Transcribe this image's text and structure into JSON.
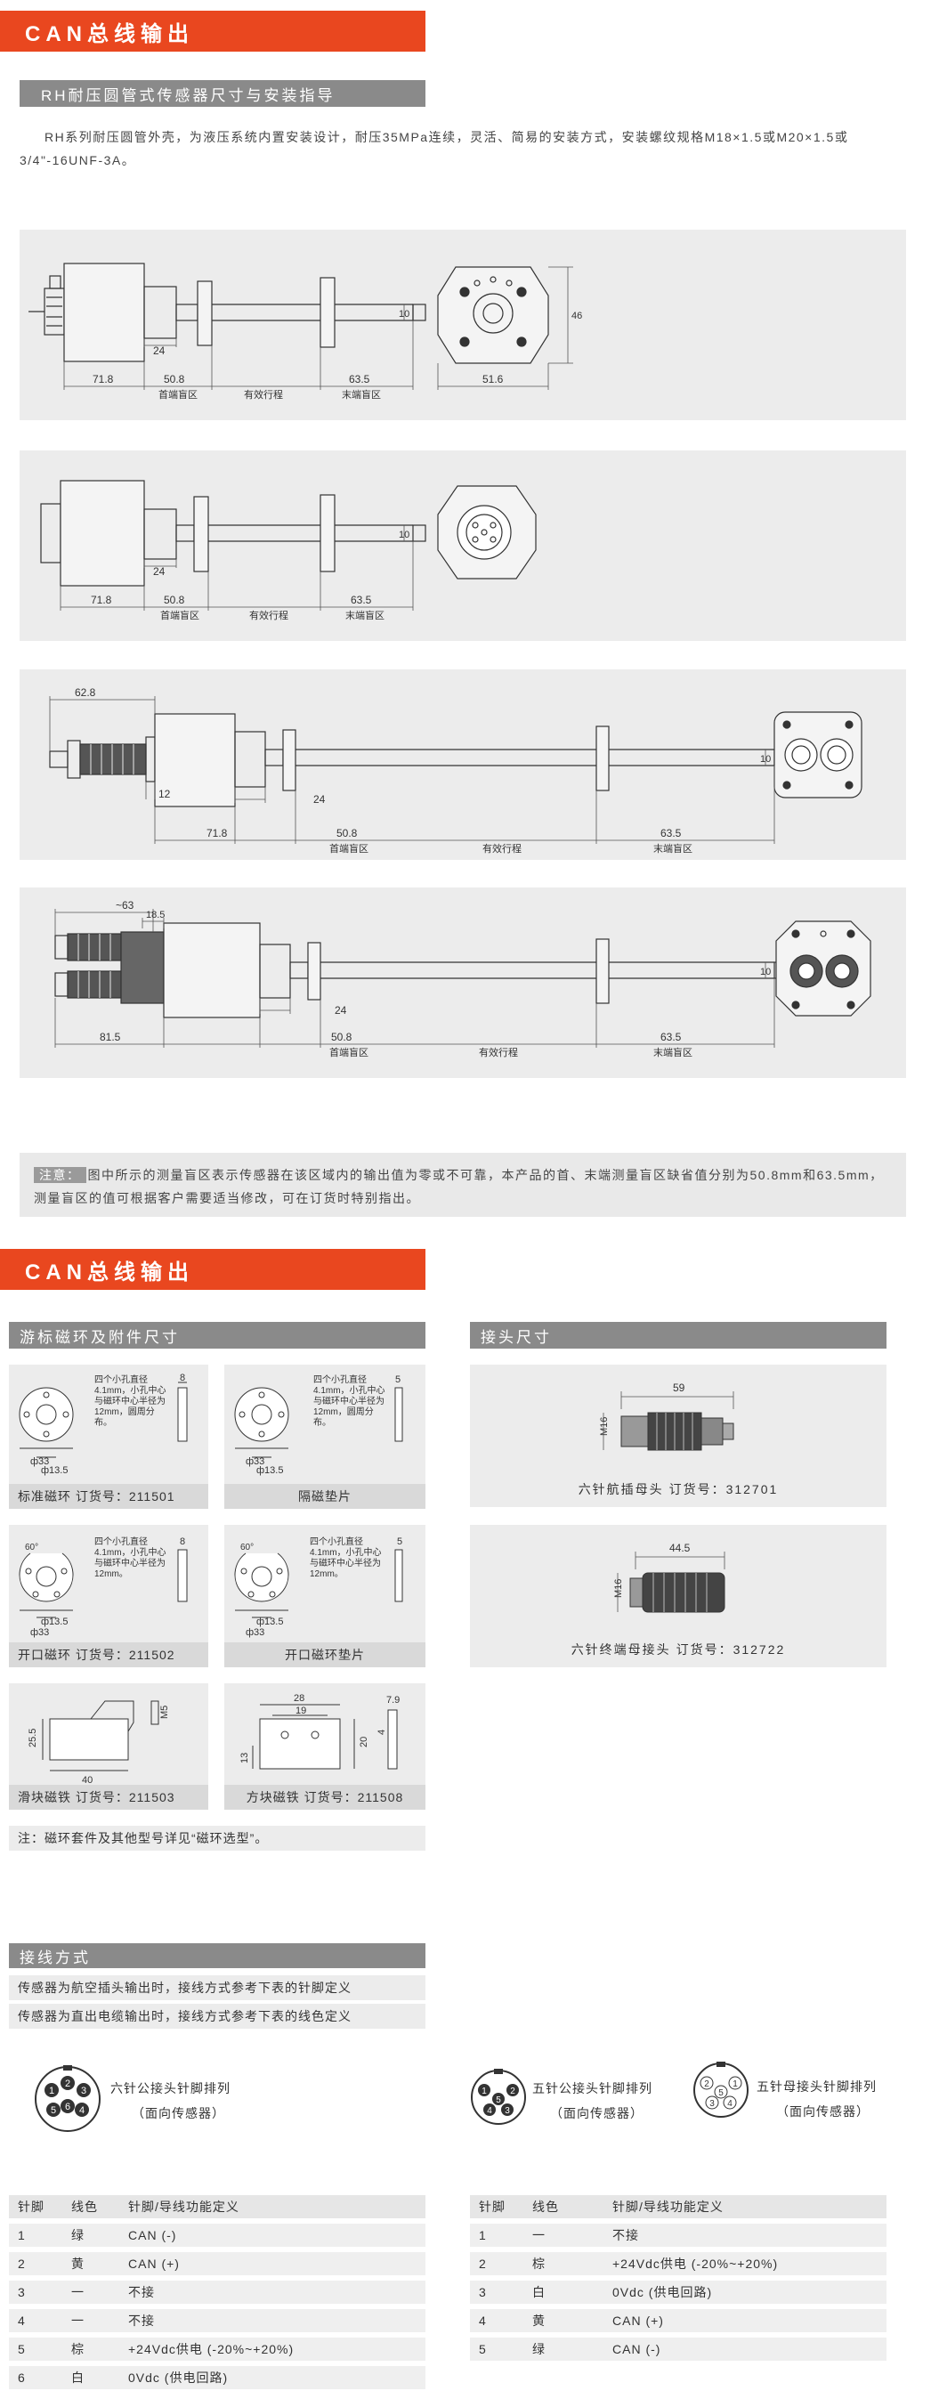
{
  "section1": {
    "title": "CAN总线输出",
    "subtitle": "RH耐压圆管式传感器尺寸与安装指导",
    "intro": "RH系列耐压圆管外壳，为液压系统内置安装设计，耐压35MPa连续，灵活、简易的安装方式，安装螺纹规格M18×1.5或M20×1.5或3/4\"-16UNF-3A。"
  },
  "drawings": [
    {
      "dims": {
        "a": "71.8",
        "b": "50.8",
        "c": "63.5",
        "d": "24",
        "e": "10",
        "f": "46",
        "g": "51.6"
      },
      "zones": {
        "head": "首端盲区",
        "active": "有效行程",
        "tail": "末端盲区"
      }
    },
    {
      "dims": {
        "a": "71.8",
        "b": "50.8",
        "c": "63.5",
        "d": "24",
        "e": "10"
      },
      "zones": {
        "head": "首端盲区",
        "active": "有效行程",
        "tail": "末端盲区"
      }
    },
    {
      "dims": {
        "a": "71.8",
        "b": "50.8",
        "c": "63.5",
        "d": "24",
        "e": "10",
        "h": "62.8",
        "i": "12"
      },
      "zones": {
        "head": "首端盲区",
        "active": "有效行程",
        "tail": "末端盲区"
      }
    },
    {
      "dims": {
        "a": "81.5",
        "b": "50.8",
        "c": "63.5",
        "d": "24",
        "e": "10",
        "h": "~63",
        "i": "18.5"
      },
      "zones": {
        "head": "首端盲区",
        "active": "有效行程",
        "tail": "末端盲区"
      }
    }
  ],
  "note1": {
    "tag": "注意：",
    "text": "图中所示的测量盲区表示传感器在该区域内的输出值为零或不可靠，本产品的首、末端测量盲区缺省值分别为50.8mm和63.5mm，测量盲区的值可根据客户需要适当修改，可在订货时特别指出。"
  },
  "section2": {
    "title": "CAN总线输出",
    "magnets_title": "游标磁环及附件尺寸",
    "connector_title": "接头尺寸"
  },
  "magnets": [
    {
      "caption": "标准磁环   订货号：211501",
      "desc": "四个小孔直径4.1mm，小孔中心与磁环中心半径为12mm，圆周分布。",
      "d1": "ф33",
      "d2": "ф13.5",
      "t": "8"
    },
    {
      "caption": "隔磁垫片",
      "desc": "四个小孔直径4.1mm，小孔中心与磁环中心半径为12mm，圆周分布。",
      "d1": "ф33",
      "d2": "ф13.5",
      "t": "5"
    },
    {
      "caption": "开口磁环   订货号：211502",
      "desc": "四个小孔直径4.1mm，小孔中心与磁环中心半径为12mm。",
      "d1": "ф33",
      "d2": "ф13.5",
      "t": "8",
      "ang": "60°"
    },
    {
      "caption": "开口磁环垫片",
      "desc": "四个小孔直径4.1mm，小孔中心与磁环中心半径为12mm。",
      "d1": "ф33",
      "d2": "ф13.5",
      "t": "5",
      "ang": "60°"
    },
    {
      "caption": "滑块磁铁   订货号：211503",
      "w": "40",
      "h": "25.5",
      "s": "M5"
    },
    {
      "caption": "方块磁铁   订货号：211508",
      "w1": "28",
      "w2": "19",
      "h1": "13",
      "h2": "20",
      "t": "7.9",
      "s": "4"
    }
  ],
  "connectors": [
    {
      "caption": "六针航插母头   订货号：312701",
      "len": "59",
      "thread": "M16"
    },
    {
      "caption": "六针终端母接头   订货号：312722",
      "len": "44.5",
      "thread": "M16"
    }
  ],
  "magnet_note": "注：磁环套件及其他型号详见“磁环选型”。",
  "wiring": {
    "title": "接线方式",
    "line1": "传感器为航空插头输出时，接线方式参考下表的针脚定义",
    "line2": "传感器为直出电缆输出时，接线方式参考下表的线色定义",
    "six_pin_label": "六针公接头针脚排列",
    "six_pin_sub": "（面向传感器）",
    "five_male_label": "五针公接头针脚排列",
    "five_male_sub": "（面向传感器）",
    "five_female_label": "五针母接头针脚排列",
    "five_female_sub": "（面向传感器）"
  },
  "table_headers": {
    "pin": "针脚",
    "color": "线色",
    "def": "针脚/导线功能定义"
  },
  "table_left": [
    {
      "pin": "1",
      "color": "绿",
      "def": "CAN (-)"
    },
    {
      "pin": "2",
      "color": "黄",
      "def": "CAN (+)"
    },
    {
      "pin": "3",
      "color": "一",
      "def": "不接"
    },
    {
      "pin": "4",
      "color": "一",
      "def": "不接"
    },
    {
      "pin": "5",
      "color": "棕",
      "def": "+24Vdc供电 (-20%~+20%)"
    },
    {
      "pin": "6",
      "color": "白",
      "def": "0Vdc (供电回路)"
    }
  ],
  "table_right": [
    {
      "pin": "1",
      "color": "一",
      "def": "不接"
    },
    {
      "pin": "2",
      "color": "棕",
      "def": "+24Vdc供电 (-20%~+20%)"
    },
    {
      "pin": "3",
      "color": "白",
      "def": "0Vdc (供电回路)"
    },
    {
      "pin": "4",
      "color": "黄",
      "def": "CAN (+)"
    },
    {
      "pin": "5",
      "color": "绿",
      "def": "CAN (-)"
    }
  ],
  "colors": {
    "accent": "#e9471f",
    "bar_gray": "#8a8a8a",
    "panel": "#ececec"
  }
}
